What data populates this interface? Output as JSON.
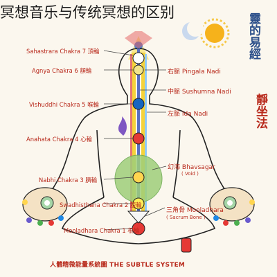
{
  "title": "冥想音乐与传统冥想的区别",
  "side_title_top": "靈的易經",
  "side_title_bottom": "靜坐法",
  "footer": "人體精微能量系統圖 THE SUBTLE SYSTEM",
  "watermark": "",
  "left_labels": [
    {
      "num": "7",
      "cn": "頂輪",
      "en": "Sahastrara Chakra"
    },
    {
      "num": "6",
      "cn": "額輪",
      "en": "Agnya Chakra"
    },
    {
      "num": "5",
      "cn": "喉輪",
      "en": "Vishuddhi Chakra"
    },
    {
      "num": "4",
      "cn": "心輪",
      "en": "Anahata Chakra"
    },
    {
      "num": "3",
      "cn": "臍輪",
      "en": "Nabhi Chakra"
    },
    {
      "num": "2",
      "cn": "腹輪",
      "en": "Swadhisthana Chakra"
    },
    {
      "num": "1",
      "cn": "根輪",
      "en": "Mooladhara Chakra"
    }
  ],
  "right_labels": [
    {
      "cn": "右脈",
      "en": "Pingala Nadi"
    },
    {
      "cn": "中脈",
      "en": "Sushumna Nadi"
    },
    {
      "cn": "左脈",
      "en": "Ida Nadi"
    },
    {
      "cn": "幻海",
      "en": "Bhavsagar",
      "sub": "( Void )"
    },
    {
      "cn": "三角骨",
      "en": "Mooladhara",
      "sub": "( Sacrum Bone )"
    }
  ],
  "colors": {
    "label": "#b8291b",
    "side": "#2c4f8a",
    "body_line": "#222222",
    "void": "#9fcf7a"
  }
}
